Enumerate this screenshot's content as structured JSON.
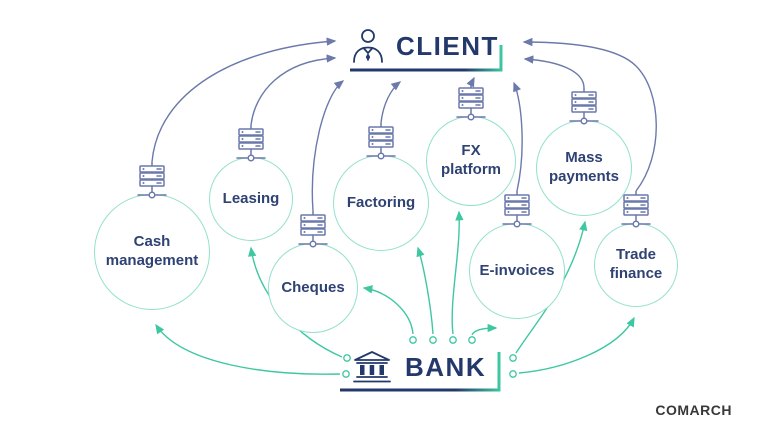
{
  "diagram": {
    "client": {
      "label": "CLIENT"
    },
    "bank": {
      "label": "BANK"
    },
    "services": [
      {
        "label": "Cash management"
      },
      {
        "label": "Leasing"
      },
      {
        "label": "Cheques"
      },
      {
        "label": "Factoring"
      },
      {
        "label": "FX platform"
      },
      {
        "label": "E-invoices"
      },
      {
        "label": "Mass payments"
      },
      {
        "label": "Trade finance"
      }
    ],
    "icons": {
      "client_icon": "person-icon",
      "bank_icon": "bank-building-icon",
      "service_node_icon": "server-stack-icon"
    },
    "flow_colors": {
      "bank_to_service": "#3fc7a2",
      "service_to_client": "#6b79ab",
      "circle_outline": "#93e1cd",
      "heading_navy": "#23386b",
      "label_navy": "#2e4273"
    }
  },
  "branding": {
    "logo_text": "COMARCH"
  }
}
